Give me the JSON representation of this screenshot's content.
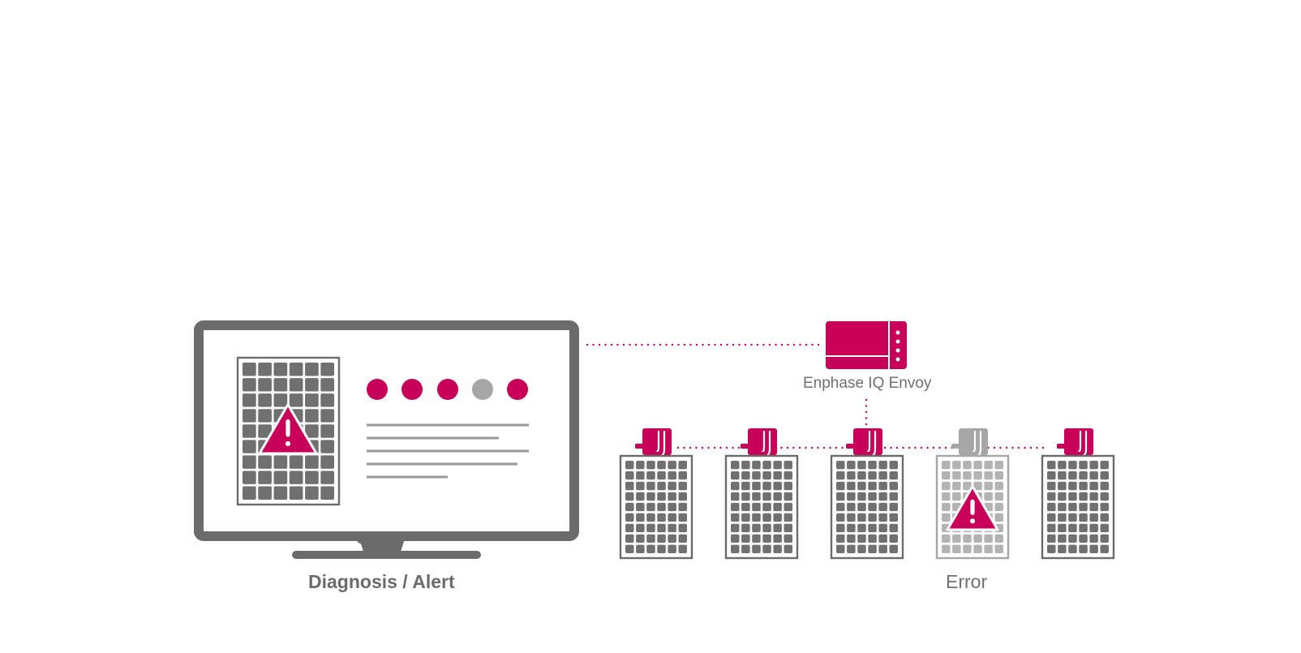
{
  "labels": {
    "envoy": "Enphase IQ Envoy",
    "diagnosis": "Diagnosis / Alert",
    "error": "Error"
  },
  "monitor": {
    "status_dots": [
      "ok",
      "ok",
      "ok",
      "fault",
      "ok"
    ]
  },
  "panels": [
    {
      "status": "ok"
    },
    {
      "status": "ok"
    },
    {
      "status": "ok"
    },
    {
      "status": "error"
    },
    {
      "status": "ok"
    }
  ],
  "colors": {
    "accent": "#c8005a",
    "dark_gray": "#6b6b6b",
    "light_gray": "#a6a6a6",
    "cell_gray": "#707070",
    "error_cell_gray": "#b3b3b3",
    "line_gray": "#9a9a9a",
    "background": "#ffffff"
  },
  "icons": {
    "monitor": "computer-monitor-icon",
    "gateway": "envoy-gateway-icon",
    "microinverter": "microinverter-icon",
    "solar_panel": "solar-panel-icon",
    "warning": "warning-triangle-icon"
  }
}
